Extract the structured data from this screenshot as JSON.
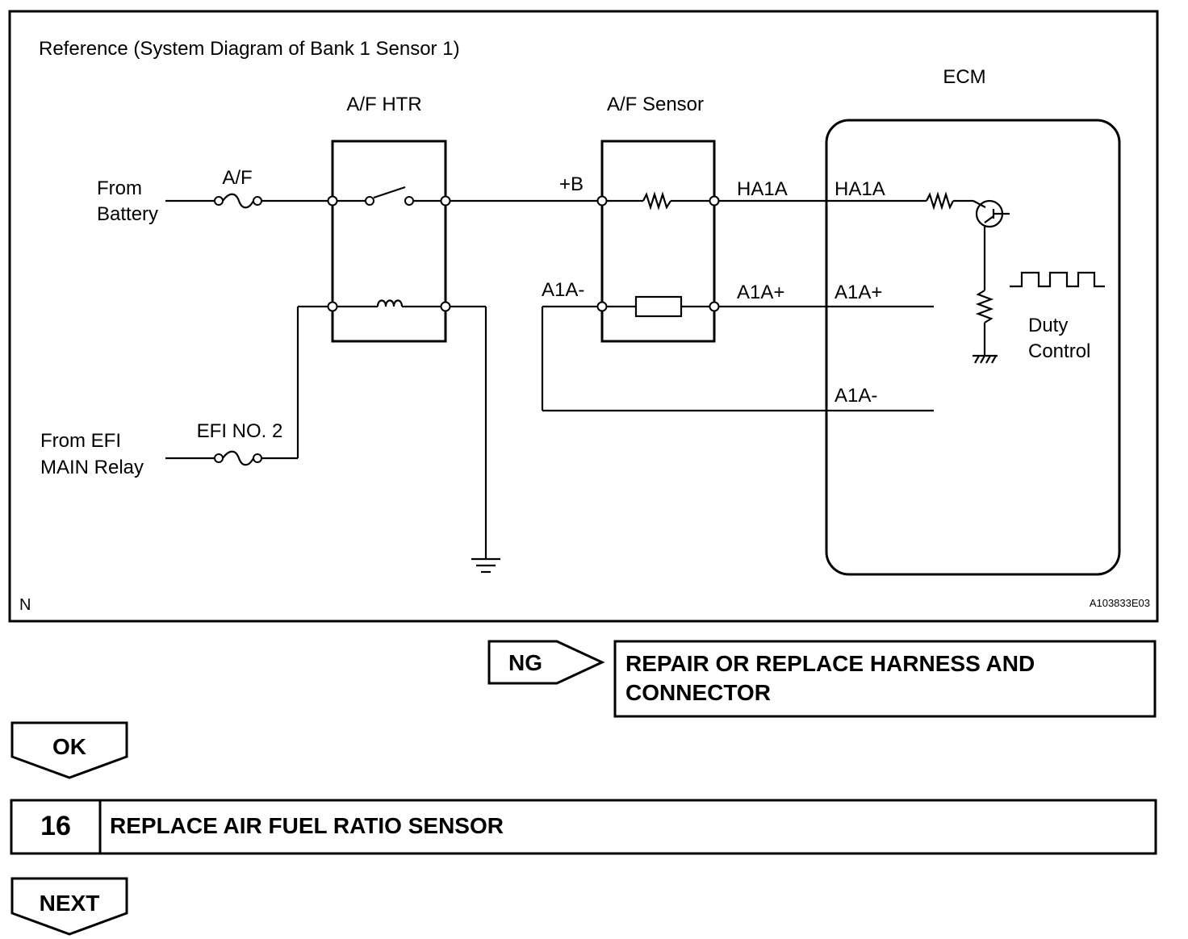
{
  "diagram": {
    "title": "Reference (System Diagram of Bank 1 Sensor 1)",
    "corner_left": "N",
    "figure_id": "A103833E03",
    "components": {
      "af_htr": "A/F HTR",
      "af_sensor": "A/F Sensor",
      "ecm": "ECM"
    },
    "sources": {
      "battery_line1": "From",
      "battery_line2": "Battery",
      "efi_line1": "From EFI",
      "efi_line2": "MAIN Relay"
    },
    "fuses": {
      "af": "A/F",
      "efi": "EFI NO. 2"
    },
    "pins": {
      "plus_b": "+B",
      "ha1a_sensor": "HA1A",
      "ha1a_ecm": "HA1A",
      "a1a_minus_sensor": "A1A-",
      "a1a_plus_sensor": "A1A+",
      "a1a_plus_ecm": "A1A+",
      "a1a_minus_ecm": "A1A-"
    },
    "duty": {
      "line1": "Duty",
      "line2": "Control"
    }
  },
  "flow": {
    "ng_label": "NG",
    "ng_action_line1": "REPAIR OR REPLACE HARNESS AND",
    "ng_action_line2": "CONNECTOR",
    "ok_label": "OK",
    "step_number": "16",
    "step_title": "REPLACE AIR FUEL RATIO SENSOR",
    "next_label": "NEXT"
  }
}
